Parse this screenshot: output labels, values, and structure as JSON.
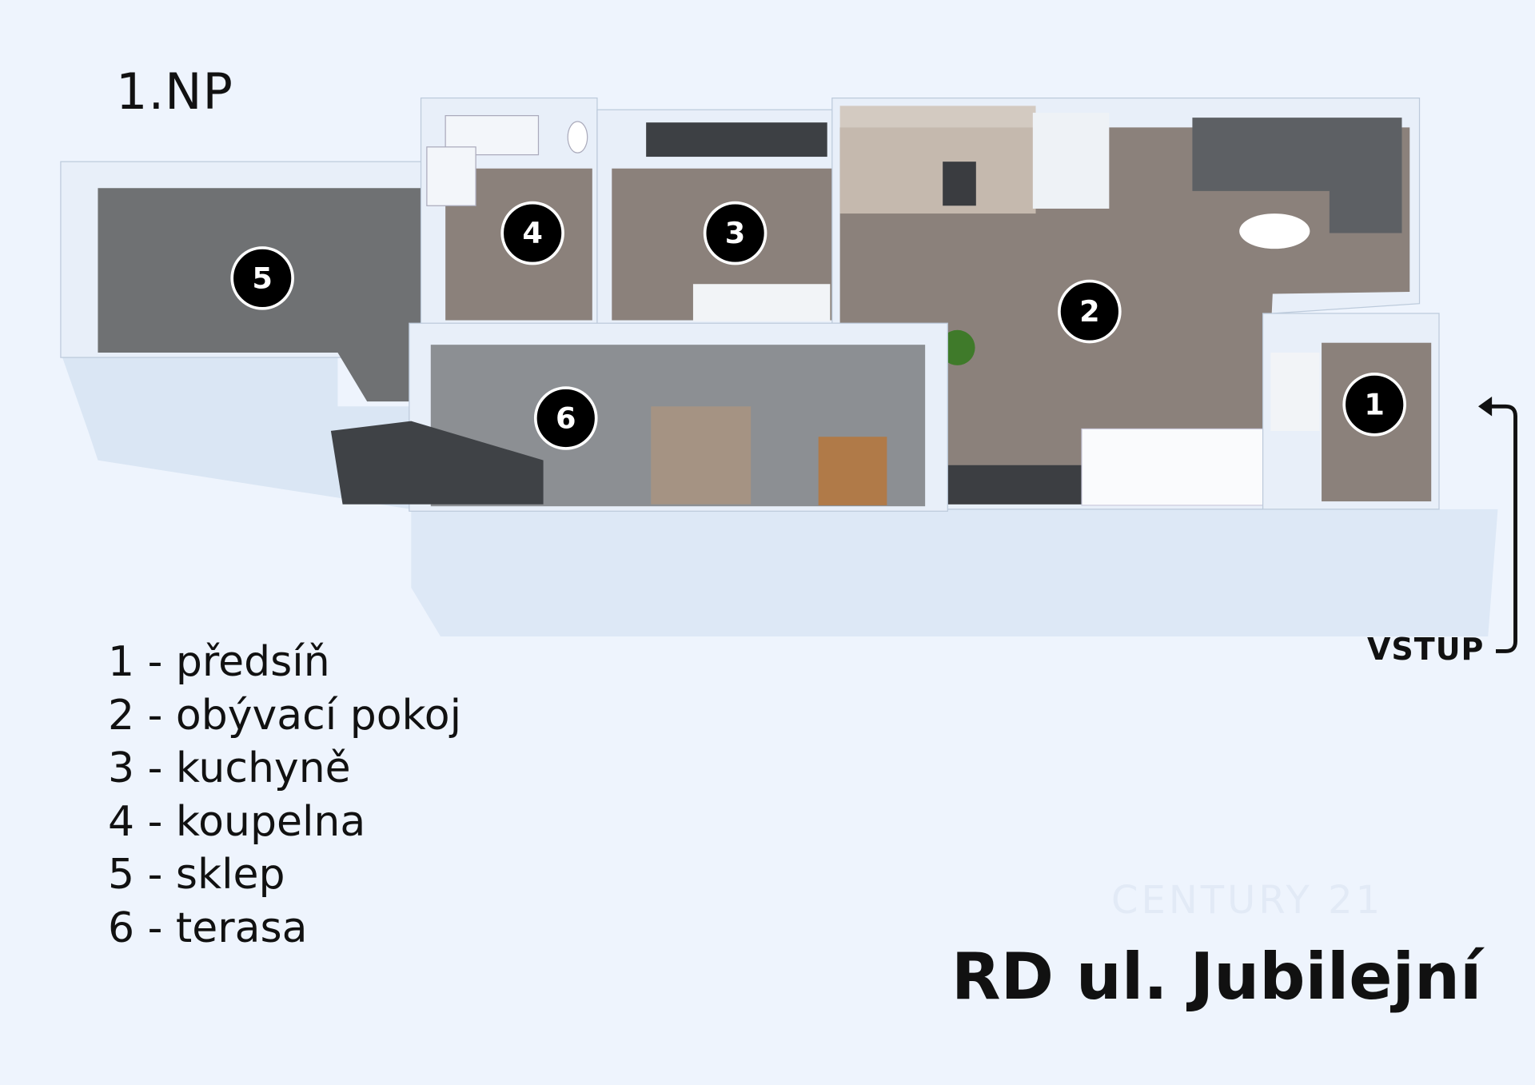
{
  "floor_label": "1.NP",
  "rooms": [
    {
      "number": "1",
      "name": "předsíň",
      "line": "1 - předsíň"
    },
    {
      "number": "2",
      "name": "obývací pokoj",
      "line": "2 - obývací pokoj"
    },
    {
      "number": "3",
      "name": "kuchyně",
      "line": "3 - kuchyně"
    },
    {
      "number": "4",
      "name": "koupelna",
      "line": "4 - koupelna"
    },
    {
      "number": "5",
      "name": "sklep",
      "line": "5 - sklep"
    },
    {
      "number": "6",
      "name": "terasa",
      "line": "6 - terasa"
    }
  ],
  "entry_label": "VSTUP",
  "title": "RD ul. Jubilejní",
  "watermark": "CENTURY 21",
  "colors": {
    "background": "#eef4fd",
    "wall": "#e6eef9",
    "wood_floor": "#8b817b",
    "gray_floor": "#727476",
    "badge": "#000000"
  }
}
